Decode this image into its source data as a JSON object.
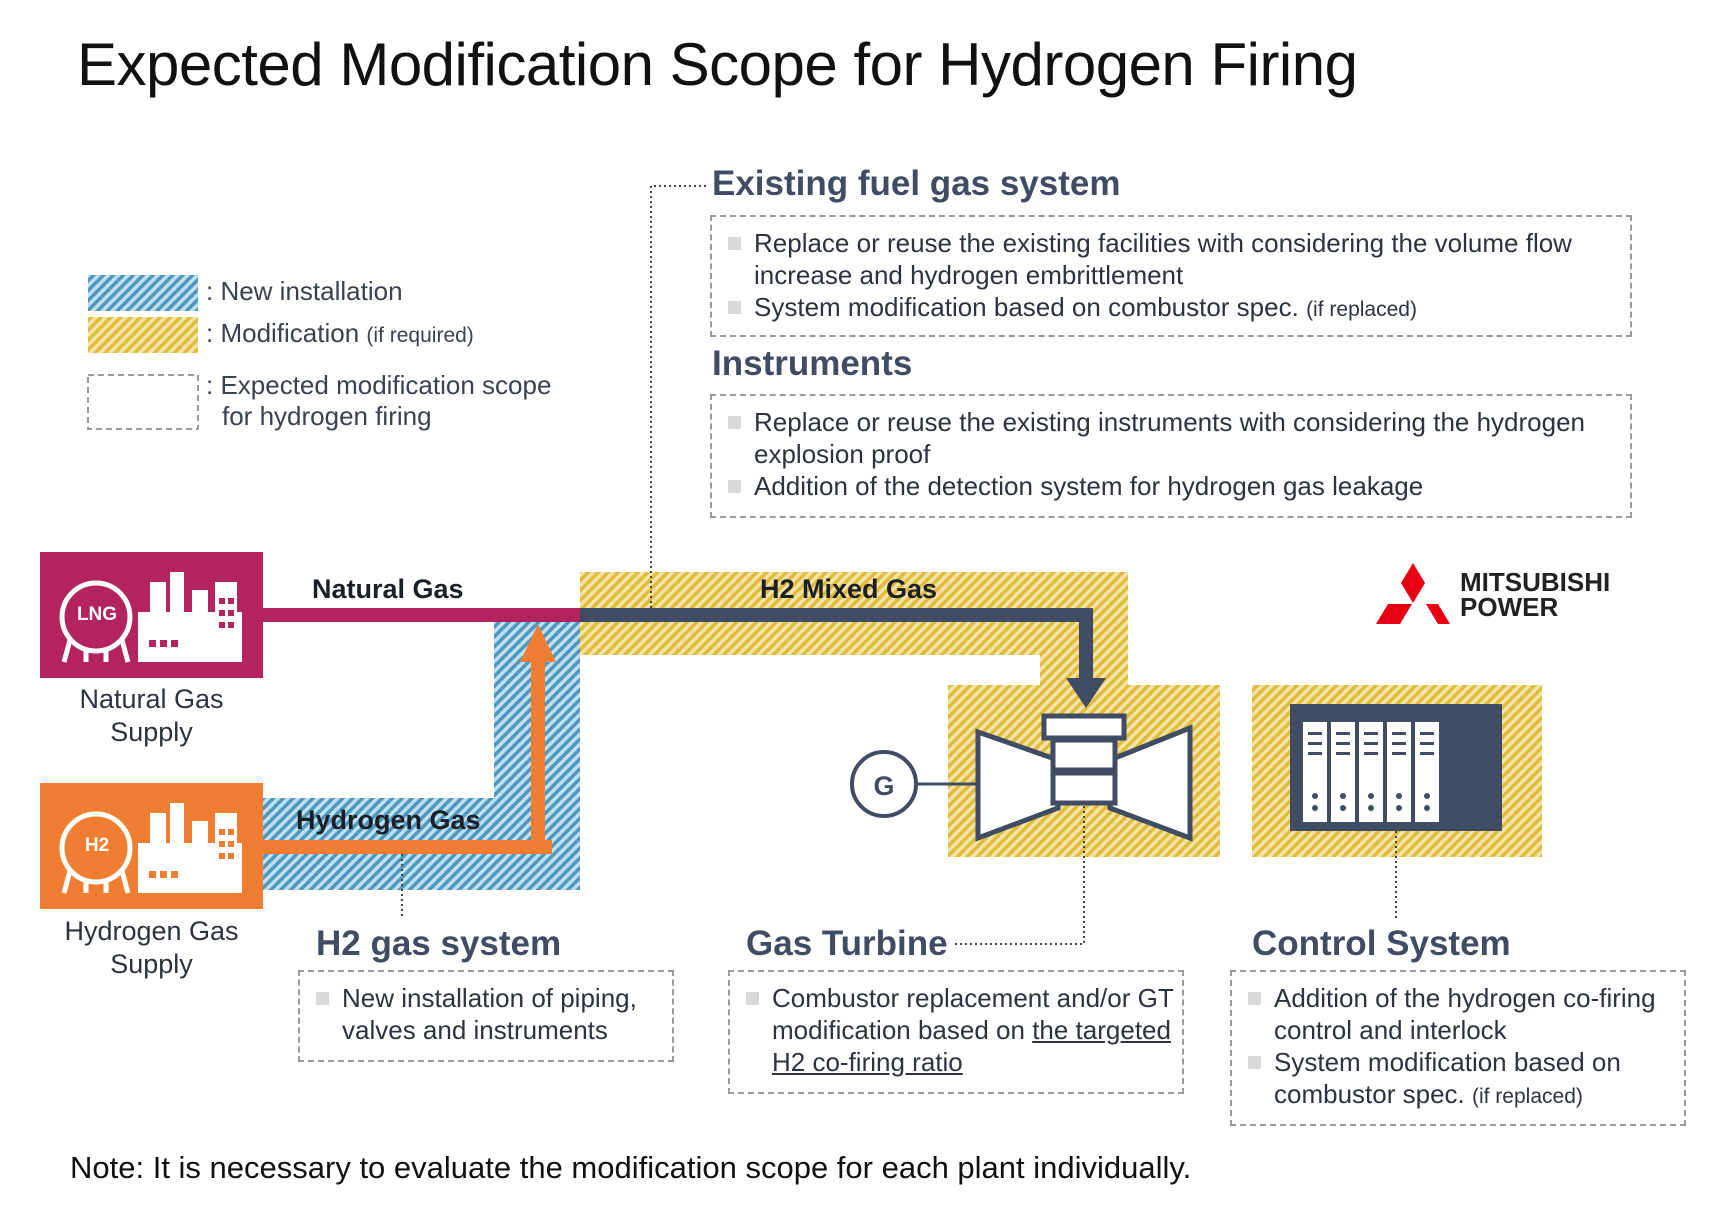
{
  "title": "Expected Modification Scope for Hydrogen Firing",
  "note": "Note: It is necessary to evaluate the modification scope for each plant individually.",
  "legend": {
    "new_installation": ": New installation",
    "modification": ": Modification",
    "modification_note": "(if required)",
    "scope_line1": ": Expected modification scope",
    "scope_line2": "for hydrogen firing"
  },
  "colors": {
    "new": "#5aa3c8",
    "modification": "#e9c74d",
    "lng": "#b3245f",
    "h2": "#ef7d32",
    "pipe": "#3f4c63"
  },
  "lines": {
    "natural_gas": "Natural Gas",
    "hydrogen_gas": "Hydrogen Gas",
    "h2_mixed": "H2 Mixed Gas"
  },
  "supplies": {
    "lng_icon": "LNG",
    "lng_label_1": "Natural Gas",
    "lng_label_2": "Supply",
    "h2_icon": "H2",
    "h2_label_1": "Hydrogen Gas",
    "h2_label_2": "Supply"
  },
  "generator": "G",
  "brand": {
    "line1": "MITSUBISHI",
    "line2": "POWER"
  },
  "sections": {
    "existing_fuel": {
      "title": "Existing fuel gas system",
      "item1": "Replace or reuse the existing facilities with considering the volume flow increase and hydrogen embrittlement",
      "item2": "System modification based on combustor spec.",
      "item2_note": "(if replaced)"
    },
    "instruments": {
      "title": "Instruments",
      "item1": "Replace or reuse the existing instruments with considering the hydrogen explosion proof",
      "item2": "Addition of the detection system for hydrogen gas leakage"
    },
    "h2_system": {
      "title": "H2 gas system",
      "item1": "New installation of piping, valves and instruments"
    },
    "gas_turbine": {
      "title": "Gas Turbine",
      "item1_a": "Combustor replacement and/or GT modification based on",
      "item1_b": "the targeted H2 co-firing ratio"
    },
    "control": {
      "title": "Control System",
      "item1": "Addition of the hydrogen co-firing control and interlock",
      "item2": "System modification based on combustor spec.",
      "item2_note": "(if replaced)"
    }
  }
}
